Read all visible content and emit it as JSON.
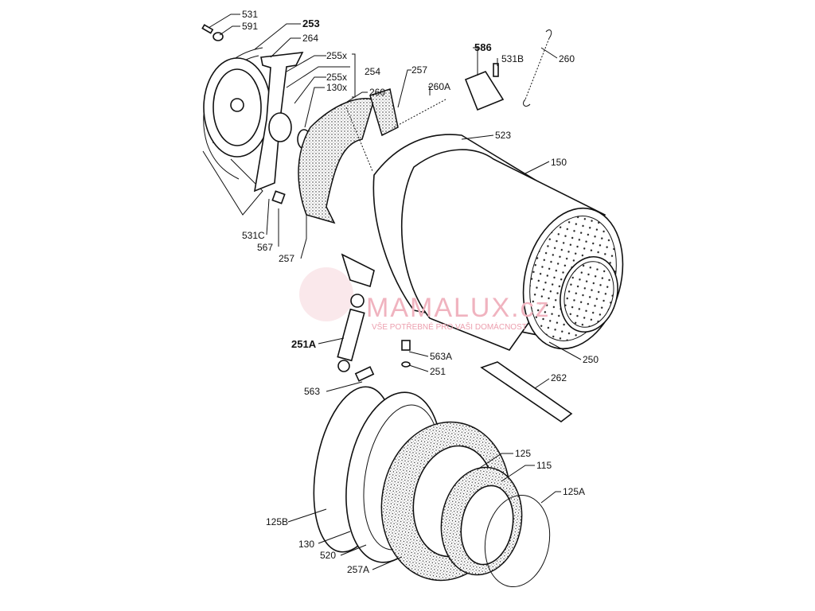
{
  "diagram": {
    "title": "Washing machine drum exploded parts diagram",
    "labels": {
      "l531": "531",
      "l591": "591",
      "l253": "253",
      "l264": "264",
      "l255x_a": "255x",
      "l254": "254",
      "l255x_b": "255x",
      "l130x": "130x",
      "l257_top": "257",
      "l260a": "260A",
      "l260_mid": "260",
      "l586": "586",
      "l531b": "531B",
      "l260_right": "260",
      "l523": "523",
      "l150": "150",
      "l531c": "531C",
      "l567": "567",
      "l257_left": "257",
      "l251a": "251A",
      "l563a": "563A",
      "l251": "251",
      "l250": "250",
      "l262": "262",
      "l563": "563",
      "l125": "125",
      "l115": "115",
      "l125a": "125A",
      "l125b": "125B",
      "l130": "130",
      "l520": "520",
      "l257a": "257A"
    },
    "watermark": {
      "brand": "MAMALUX.cz",
      "tagline": "VŠE POTŘEBNÉ PRO VAŠI DOMÁCNOST"
    }
  }
}
